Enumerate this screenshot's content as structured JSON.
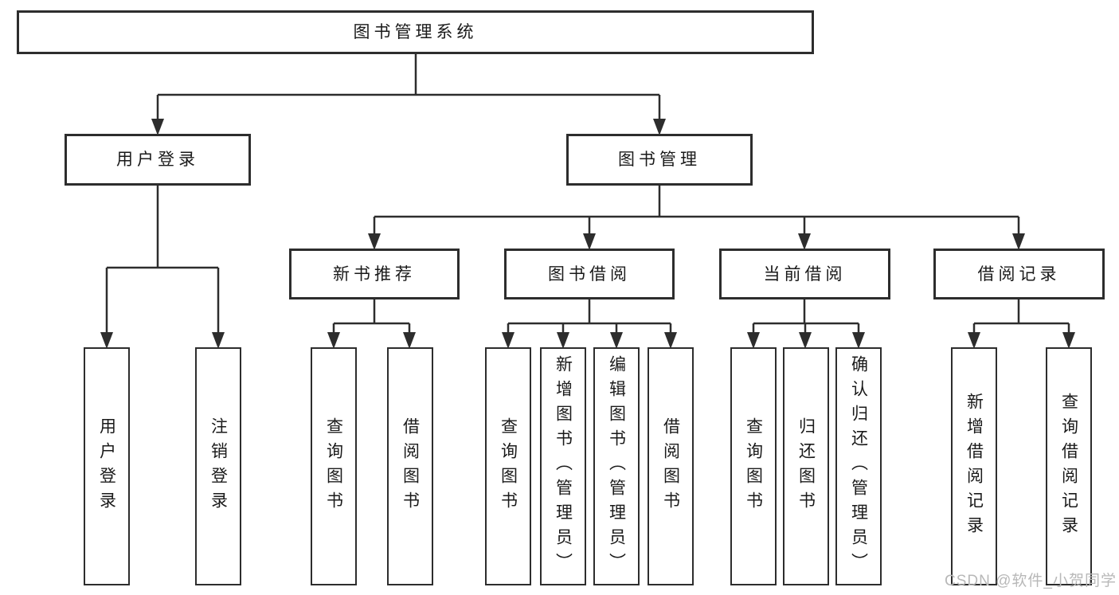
{
  "title": {
    "label": "图书管理系统"
  },
  "branches": {
    "user_login": {
      "label": "用户登录",
      "children": [
        {
          "label": "用户登录"
        },
        {
          "label": "注销登录"
        }
      ]
    },
    "book_management": {
      "label": "图书管理",
      "sections": [
        {
          "label": "新书推荐",
          "children": [
            {
              "label": "查询图书"
            },
            {
              "label": "借阅图书"
            }
          ]
        },
        {
          "label": "图书借阅",
          "children": [
            {
              "label": "查询图书"
            },
            {
              "label": "新增图书（管理员）"
            },
            {
              "label": "编辑图书（管理员）"
            },
            {
              "label": "借阅图书"
            }
          ]
        },
        {
          "label": "当前借阅",
          "children": [
            {
              "label": "查询图书"
            },
            {
              "label": "归还图书"
            },
            {
              "label": "确认归还（管理员）"
            }
          ]
        },
        {
          "label": "借阅记录",
          "children": [
            {
              "label": "新增借阅记录"
            },
            {
              "label": "查询借阅记录"
            }
          ]
        }
      ]
    }
  },
  "watermark": {
    "text": "CSDN @软件_小贺同学"
  },
  "colors": {
    "line": "#2d2d2d",
    "text": "#1a1a1a",
    "background": "#ffffff",
    "watermark": "#b8b8b8"
  }
}
